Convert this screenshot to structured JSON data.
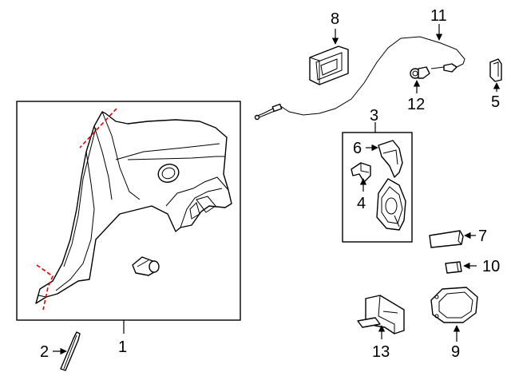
{
  "callouts": {
    "c1": "1",
    "c2": "2",
    "c3": "3",
    "c4": "4",
    "c5": "5",
    "c6": "6",
    "c7": "7",
    "c8": "8",
    "c9": "9",
    "c10": "10",
    "c11": "11",
    "c12": "12",
    "c13": "13"
  },
  "colors": {
    "cut_line": "#e00000",
    "line": "#000000",
    "background": "#ffffff"
  }
}
